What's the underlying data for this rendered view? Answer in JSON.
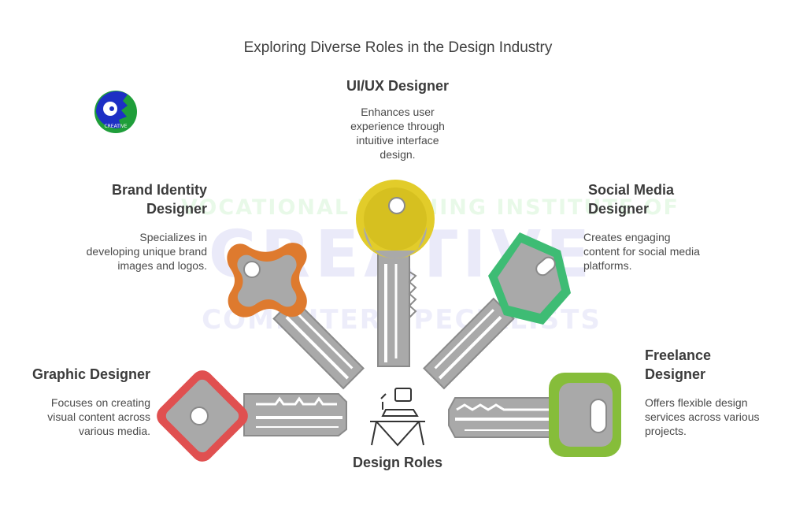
{
  "title": "Exploring Diverse Roles in the Design Industry",
  "center_label": "Design Roles",
  "watermark": {
    "line1": "VOCATIONAL TRAINING INSTITUTE OF",
    "line2": "CREATIVE",
    "line3": "COMPUTER SPECIALISTS",
    "logo_text": "CREATIVE"
  },
  "roles": {
    "uiux": {
      "title": "UI/UX Designer",
      "desc": [
        "Enhances user",
        "experience through",
        "intuitive interface",
        "design."
      ],
      "color": "#e2cc2a"
    },
    "brand": {
      "title": [
        "Brand Identity",
        "Designer"
      ],
      "desc": [
        "Specializes in",
        "developing unique brand",
        "images and logos."
      ],
      "color": "#de7a2e"
    },
    "social": {
      "title": [
        "Social Media",
        "Designer"
      ],
      "desc": [
        "Creates engaging",
        "content for social media",
        "platforms."
      ],
      "color": "#3ebc74"
    },
    "graphic": {
      "title": "Graphic Designer",
      "desc": [
        "Focuses on creating",
        "visual content across",
        "various media."
      ],
      "color": "#e05050"
    },
    "freelance": {
      "title": [
        "Freelance",
        "Designer"
      ],
      "desc": [
        "Offers flexible design",
        "services across various",
        "projects."
      ],
      "color": "#86bd3a"
    }
  },
  "icons": {
    "center": "drafting-table-icon",
    "logo": "lion-logo-icon"
  }
}
